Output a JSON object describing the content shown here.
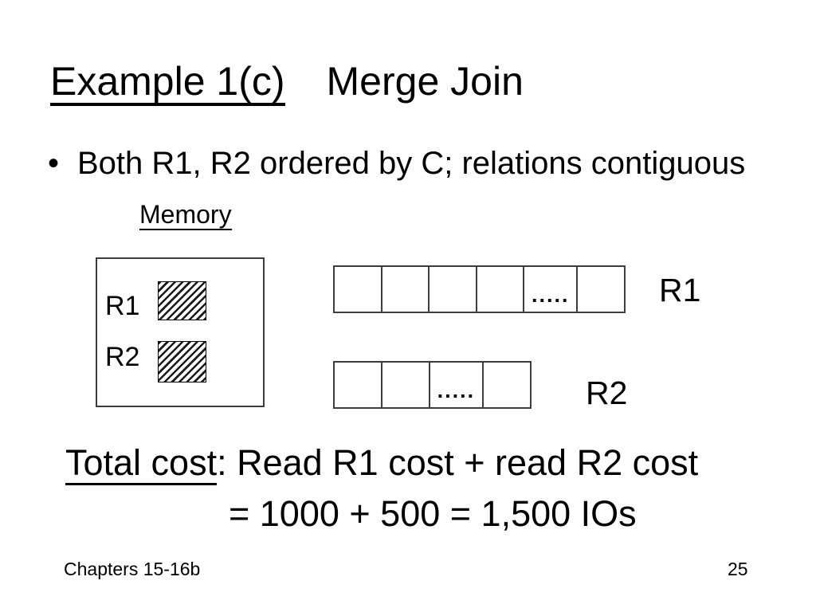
{
  "slide": {
    "title": {
      "highlighted": "Example 1(c)",
      "rest": "Merge Join"
    },
    "bullet": {
      "marker": "•",
      "text": "Both R1, R2 ordered by C; relations contiguous"
    },
    "memory": {
      "label": "Memory",
      "r1_label": "R1",
      "r2_label": "R2"
    },
    "relations": {
      "r1": {
        "label": "R1",
        "cell_count": 6,
        "dots_cell_index": 5,
        "dots": "....."
      },
      "r2": {
        "label": "R2",
        "cell_count": 4,
        "dots_cell_index": 3,
        "dots": "....."
      }
    },
    "total_cost": {
      "heading": "Total cost",
      "line1_rest": ": Read R1 cost + read R2 cost",
      "line2": "= 1000 + 500 = 1,500 IOs"
    },
    "footer": {
      "left_text": "Chapters 15-16b",
      "page_number": "25"
    }
  },
  "colors": {
    "background": "#ffffff",
    "text": "#000000",
    "line": "#3d3d3d"
  }
}
